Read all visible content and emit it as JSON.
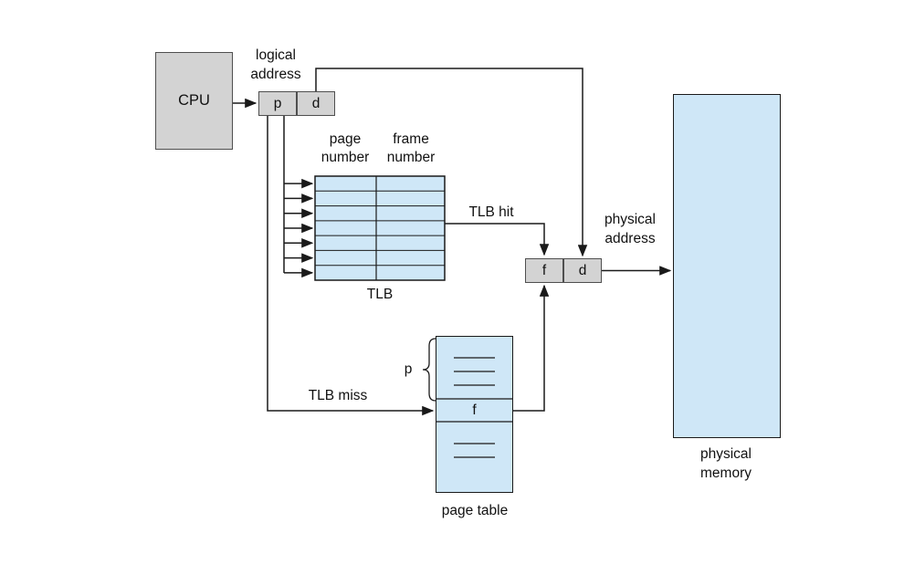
{
  "diagram": {
    "cpu": {
      "label": "CPU"
    },
    "logical_address": {
      "label": "logical address",
      "p": "p",
      "d": "d"
    },
    "tlb": {
      "label": "TLB",
      "column_headers": [
        "page number",
        "frame number"
      ],
      "rows": 7
    },
    "edges": {
      "tlb_hit": "TLB hit",
      "tlb_miss": "TLB miss"
    },
    "physical_address": {
      "label": "physical address",
      "f": "f",
      "d": "d"
    },
    "physical_memory": {
      "label": "physical memory"
    },
    "page_table": {
      "label": "page table",
      "index_label": "p",
      "frame_cell": "f"
    }
  },
  "colors": {
    "gray_fill": "#d3d3d3",
    "blue_fill": "#cfe7f7",
    "line": "#1a1a1a"
  }
}
